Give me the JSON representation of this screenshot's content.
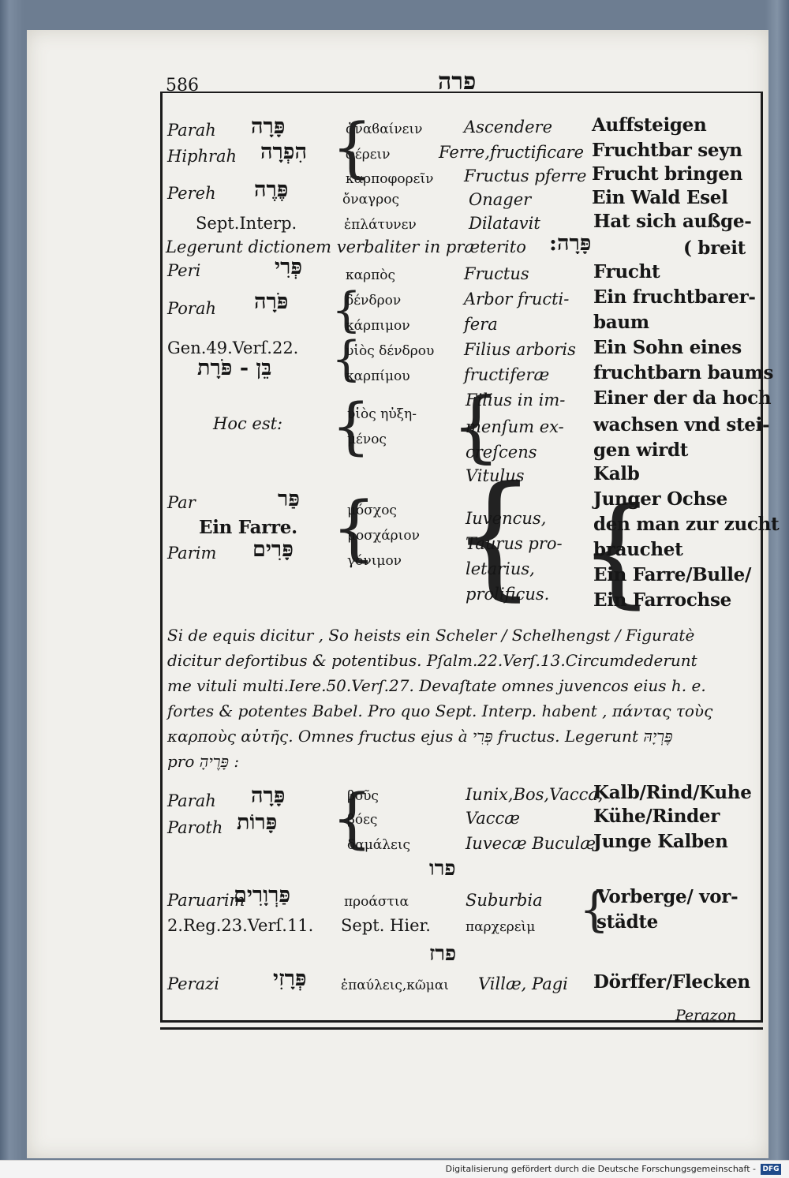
{
  "page": {
    "number": "586",
    "running_head": "פרה",
    "catchword": "Perazon"
  },
  "rows": [
    {
      "id": "r1",
      "translit": "Parah",
      "hebrew": "פָּרָה",
      "greek": "ἀναϐαίνειν",
      "latin": "Ascendere",
      "german": "Auffsteigen"
    },
    {
      "id": "r2",
      "translit": "Hiphrah",
      "hebrew": "הִפְרָה",
      "greek": "φέρειν",
      "latin": "Ferre,fructificare",
      "german": "Fruchtbar seyn"
    },
    {
      "id": "r3",
      "translit": "",
      "hebrew": "",
      "greek": "καρποφορεῖν",
      "latin": "Fructus pferre",
      "german": "Frucht bringen"
    },
    {
      "id": "r4",
      "translit": "Pereh",
      "hebrew": "פֶּרֶה",
      "greek": "ὄναγρος",
      "latin": "Onager",
      "german": "Ein Wald Esel"
    },
    {
      "id": "r5",
      "translit": "Sept.Interp.",
      "hebrew": "",
      "greek": "ἐπλάτυνεν",
      "latin": "Dilatavit",
      "german": "Hat sich außge-"
    }
  ],
  "legerunt_line": {
    "text": "Legerunt dictionem verbaliter in præterito",
    "hebrew": "פָּרָה:",
    "german_tail": "( breit"
  },
  "rows2": [
    {
      "id": "r6",
      "translit": "Peri",
      "hebrew": "פְּרִי",
      "greek": "καρπὸς",
      "latin": "Fructus",
      "german": "Frucht"
    },
    {
      "id": "r7",
      "translit": "Porah",
      "hebrew": "פֹּרָה",
      "greek": "δένδρον",
      "latin": "Arbor fructi-",
      "german": "Ein fruchtbarer-"
    },
    {
      "id": "r8",
      "translit": "",
      "hebrew": "",
      "greek": "κάρπιμον",
      "latin": "fera",
      "german": "baum"
    },
    {
      "id": "r9",
      "translit": "Gen.49.Verſ.22.",
      "hebrew": "",
      "greek": "υἱὸς δένδρου",
      "latin": "Filius arboris",
      "german": "Ein Sohn eines"
    },
    {
      "id": "r10",
      "translit": "",
      "hebrew": "בֵּן - פֹּרָת",
      "greek": "καρπίμου",
      "latin": "fructiferæ",
      "german": "fruchtbarn baums"
    }
  ],
  "hoc_est": {
    "label": "Hoc est:",
    "greek": [
      "υἱὸς ηὐξη-",
      "μένος"
    ],
    "latin": [
      "Filius in im-",
      "menſum ex-",
      "creſcens"
    ],
    "german": [
      "Einer der da hoch",
      "wachsen vnd stei-",
      "gen wirdt"
    ]
  },
  "par_block": {
    "par": "Par",
    "par_hebrew": "פַּר",
    "ein_farre": "Ein Farre.",
    "parim": "Parim",
    "parim_hebrew": "פָּרִים",
    "greek": [
      "μόσχος",
      "μοσχάριον",
      "γόνιμον"
    ],
    "latin": [
      "Vitulus",
      "Iuvencus,",
      "Taurus pro-",
      "letarius,",
      "prolificus."
    ],
    "german": [
      "Kalb",
      "Junger Ochse",
      "den man zur zucht",
      "brauchet",
      "Ein Farre/Bulle/",
      "Ein Farrochse"
    ]
  },
  "paragraph": [
    "Si de equis dicitur , So heists ein Scheler / Schelhengst / Figuratè",
    "dicitur defortibus & potentibus. Pſalm.22.Verſ.13.Circumdederunt",
    "me vituli multi.Iere.50.Verſ.27. Devaſtate omnes juvencos eius h. e.",
    "fortes & potentes Babel. Pro quo Sept. Interp. habent , πάντας τοὺς",
    "καρποὺς αὐτῆς. Omnes fructus ejus à פְּרִי fructus. Legerunt פֶּרְיָהּ",
    "pro פָּרֶיהָ :"
  ],
  "rows3": [
    {
      "id": "r11",
      "translit": "Parah",
      "hebrew": "פָּרָה",
      "greek": "βοῦς",
      "latin": "Iunix,Bos,Vacca,",
      "german": "Kalb/Rind/Kuhe"
    },
    {
      "id": "r12",
      "translit": "Paroth",
      "hebrew": "פָּרוֹת",
      "greek": "βόες",
      "latin": "Vaccæ",
      "german": "Kühe/Rinder"
    },
    {
      "id": "r13",
      "translit": "",
      "hebrew": "",
      "greek": "δαμάλεις",
      "latin": "Iuvecæ Buculæ",
      "german": "Junge Kalben"
    }
  ],
  "heading2": "פרו",
  "rows4": [
    {
      "id": "r14",
      "translit": "Paruarim",
      "hebrew": "פַּרְוָרִים",
      "greek": "προάστια",
      "latin": "Suburbia",
      "german": "Vorberge/ vor-"
    },
    {
      "id": "r15",
      "translit": "2.Reg.23.Verſ.11.",
      "hebrew": "",
      "greek": "Sept. Hier.",
      "latin": "παρχερεὶμ",
      "german": "städte"
    }
  ],
  "heading3": "פרז",
  "rows5": [
    {
      "id": "r16",
      "translit": "Perazi",
      "hebrew": "פְּרָזִי",
      "greek": "ἐπαύλεις,κῶμαι",
      "latin": "Villæ, Pagi",
      "german": "Dörffer/Flecken"
    }
  ],
  "footer": {
    "note": "Digitalisierung gefördert durch die Deutsche Forschungsgemeinschaft -",
    "logo": "DFG"
  }
}
